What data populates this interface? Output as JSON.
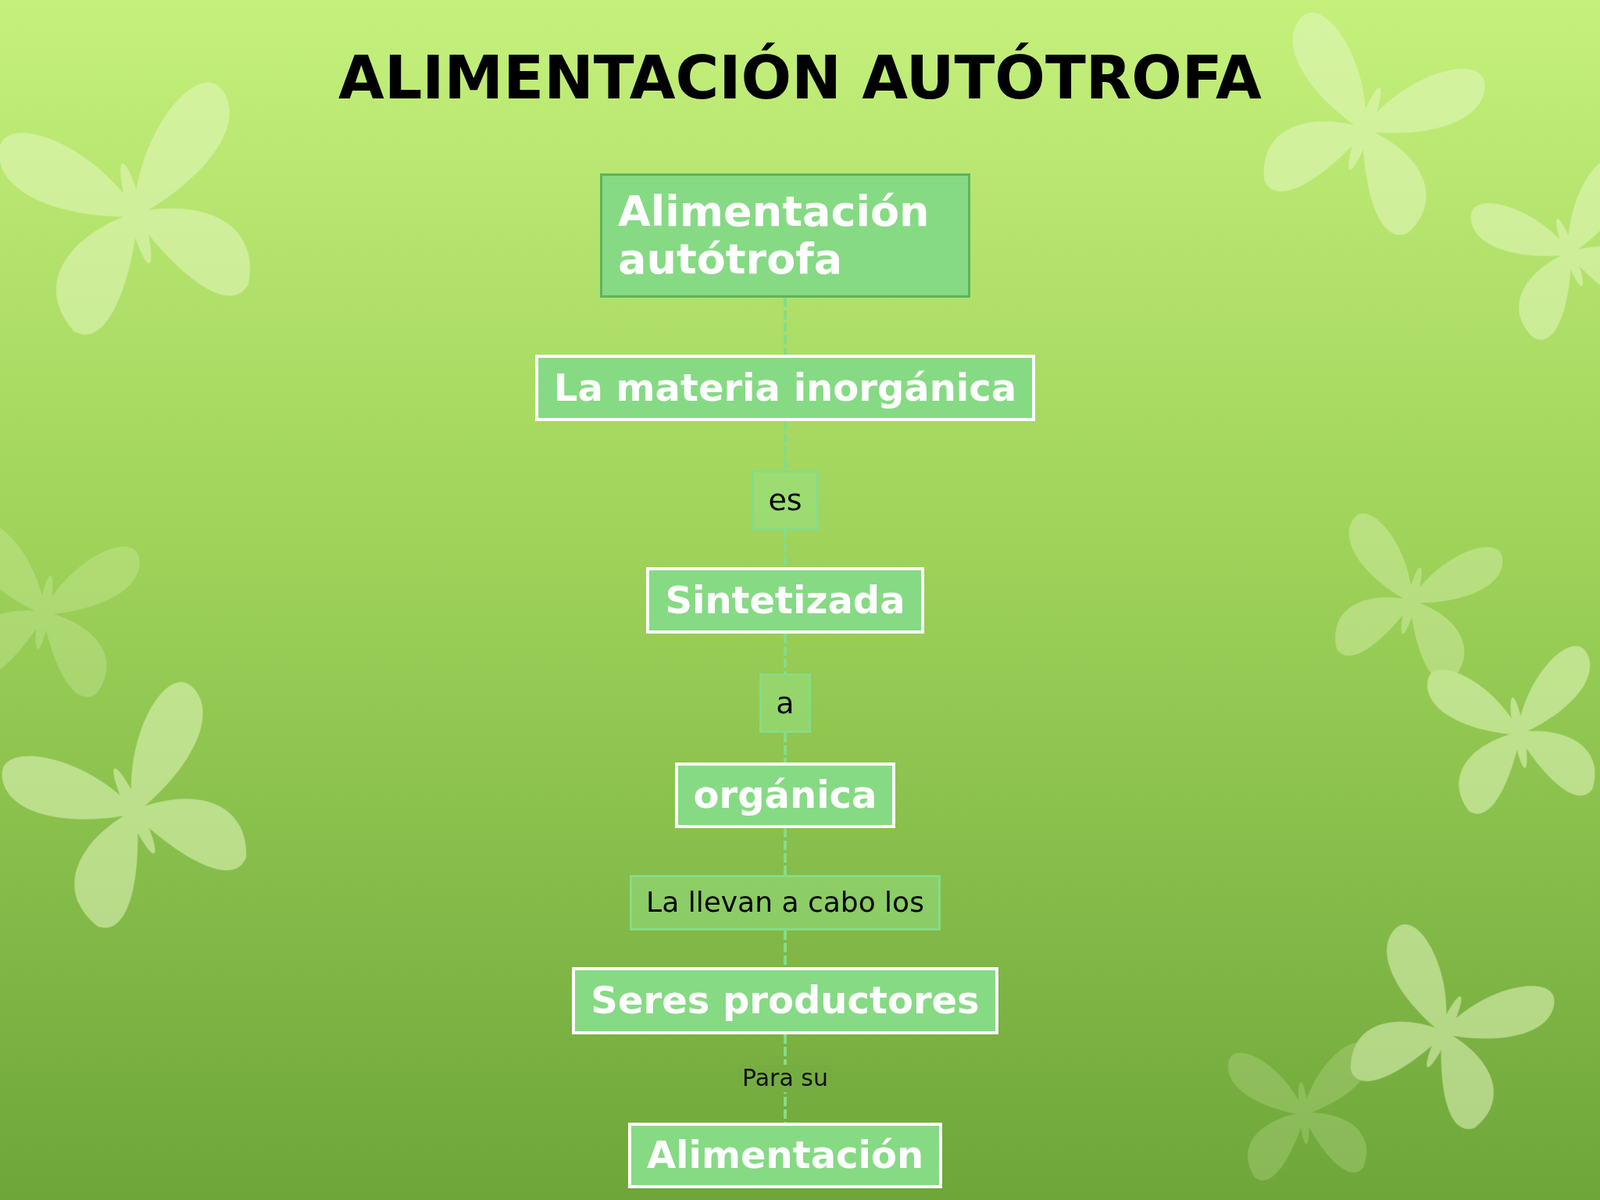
{
  "diagram": {
    "title": "ALIMENTACIÓN AUTÓTROFA",
    "nodes": [
      {
        "text": [
          "Alimentación autótrofa"
        ]
      },
      {
        "text": [
          "La materia inorgánica"
        ]
      },
      {
        "text": [
          "es"
        ]
      },
      {
        "text": [
          "Sintetizada"
        ]
      },
      {
        "text": [
          "a"
        ]
      },
      {
        "text": [
          "orgánica"
        ]
      },
      {
        "text": [
          "La llevan a cabo los"
        ]
      },
      {
        "text": [
          "Seres productores"
        ]
      },
      {
        "text": [
          "Alimentación"
        ]
      }
    ],
    "edges": [
      {
        "from": 0,
        "to": 1,
        "arrow": "none"
      },
      {
        "from": 1,
        "to": 2,
        "arrow": "none"
      },
      {
        "from": 2,
        "to": 3,
        "arrow": "none"
      },
      {
        "from": 3,
        "to": 4,
        "arrow": "none"
      },
      {
        "from": 4,
        "to": 5,
        "arrow": "none"
      },
      {
        "from": 5,
        "to": 6,
        "arrow": "none"
      },
      {
        "from": 6,
        "to": 7,
        "arrow": "none"
      },
      {
        "from": 7,
        "to": 8,
        "label": "Para su",
        "arrow": "none"
      }
    ]
  }
}
